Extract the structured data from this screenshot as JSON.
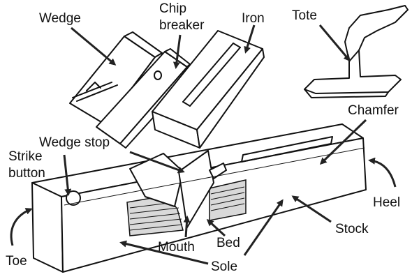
{
  "labels": {
    "wedge": "Wedge",
    "chip_breaker_1": "Chip",
    "chip_breaker_2": "breaker",
    "iron": "Iron",
    "tote": "Tote",
    "chamfer": "Chamfer",
    "wedge_stop": "Wedge stop",
    "strike_button_1": "Strike",
    "strike_button_2": "button",
    "heel": "Heel",
    "stock": "Stock",
    "bed": "Bed",
    "mouth": "Mouth",
    "toe": "Toe",
    "sole": "Sole"
  },
  "colors": {
    "line": "#111111",
    "arrow": "#222222",
    "background": "#ffffff"
  }
}
